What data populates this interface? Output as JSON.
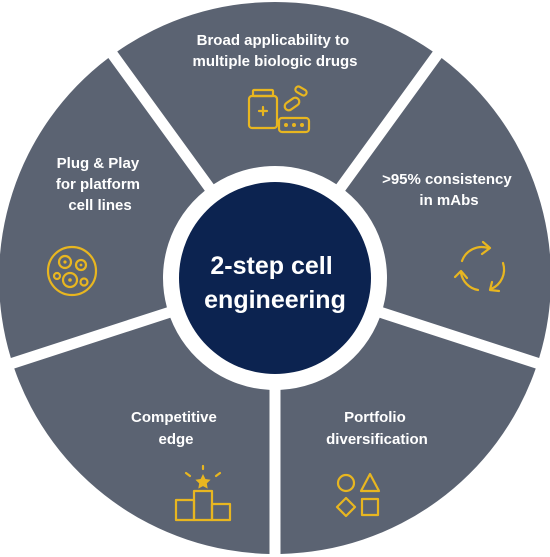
{
  "center": {
    "lines": [
      "2-step cell",
      "engineering"
    ]
  },
  "segments": [
    {
      "lines": [
        "Broad applicability to",
        "multiple biologic drugs"
      ],
      "icon": "medicine-bottle-pills-icon"
    },
    {
      "lines": [
        ">95% consistency",
        "in mAbs"
      ],
      "icon": "cycle-arrows-icon"
    },
    {
      "lines": [
        "Portfolio",
        "diversification"
      ],
      "icon": "shapes-icon"
    },
    {
      "lines": [
        "Competitive",
        "edge"
      ],
      "icon": "podium-star-icon"
    },
    {
      "lines": [
        "Plug & Play",
        "for platform",
        "cell lines"
      ],
      "icon": "cell-colony-icon"
    }
  ],
  "colors": {
    "segment": "#5b6372",
    "center": "#0c2350",
    "accent": "#e8b620",
    "background": "#ffffff"
  }
}
